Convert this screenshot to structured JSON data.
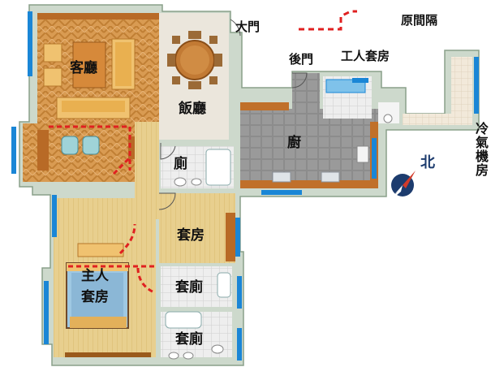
{
  "legend": {
    "label": "原間隔",
    "line_color": "#e02020"
  },
  "rooms": {
    "living": "客廳",
    "dining": "飯廳",
    "kitchen": "廚",
    "toilet": "廁",
    "suite": "套房",
    "master_suite_line1": "主人",
    "master_suite_line2": "套房",
    "ensuite_toilet_1": "套廁",
    "ensuite_toilet_2": "套廁",
    "maid_room": "工人套房"
  },
  "labels": {
    "main_door": "大門",
    "back_door": "後門",
    "ac_room": "冷氣機房"
  },
  "compass": {
    "label": "北",
    "needle_color": "#d23a2a",
    "body_color": "#1d3c6e"
  },
  "colors": {
    "wall": "#c9d6c9",
    "window": "#1a86d6",
    "parquet": "#d9a25a",
    "bedroom_floor": "#e8cf8e",
    "tile": "#e8e8e8",
    "kitchen_tile": "#8e8e8e",
    "furniture": "#c0702a"
  }
}
